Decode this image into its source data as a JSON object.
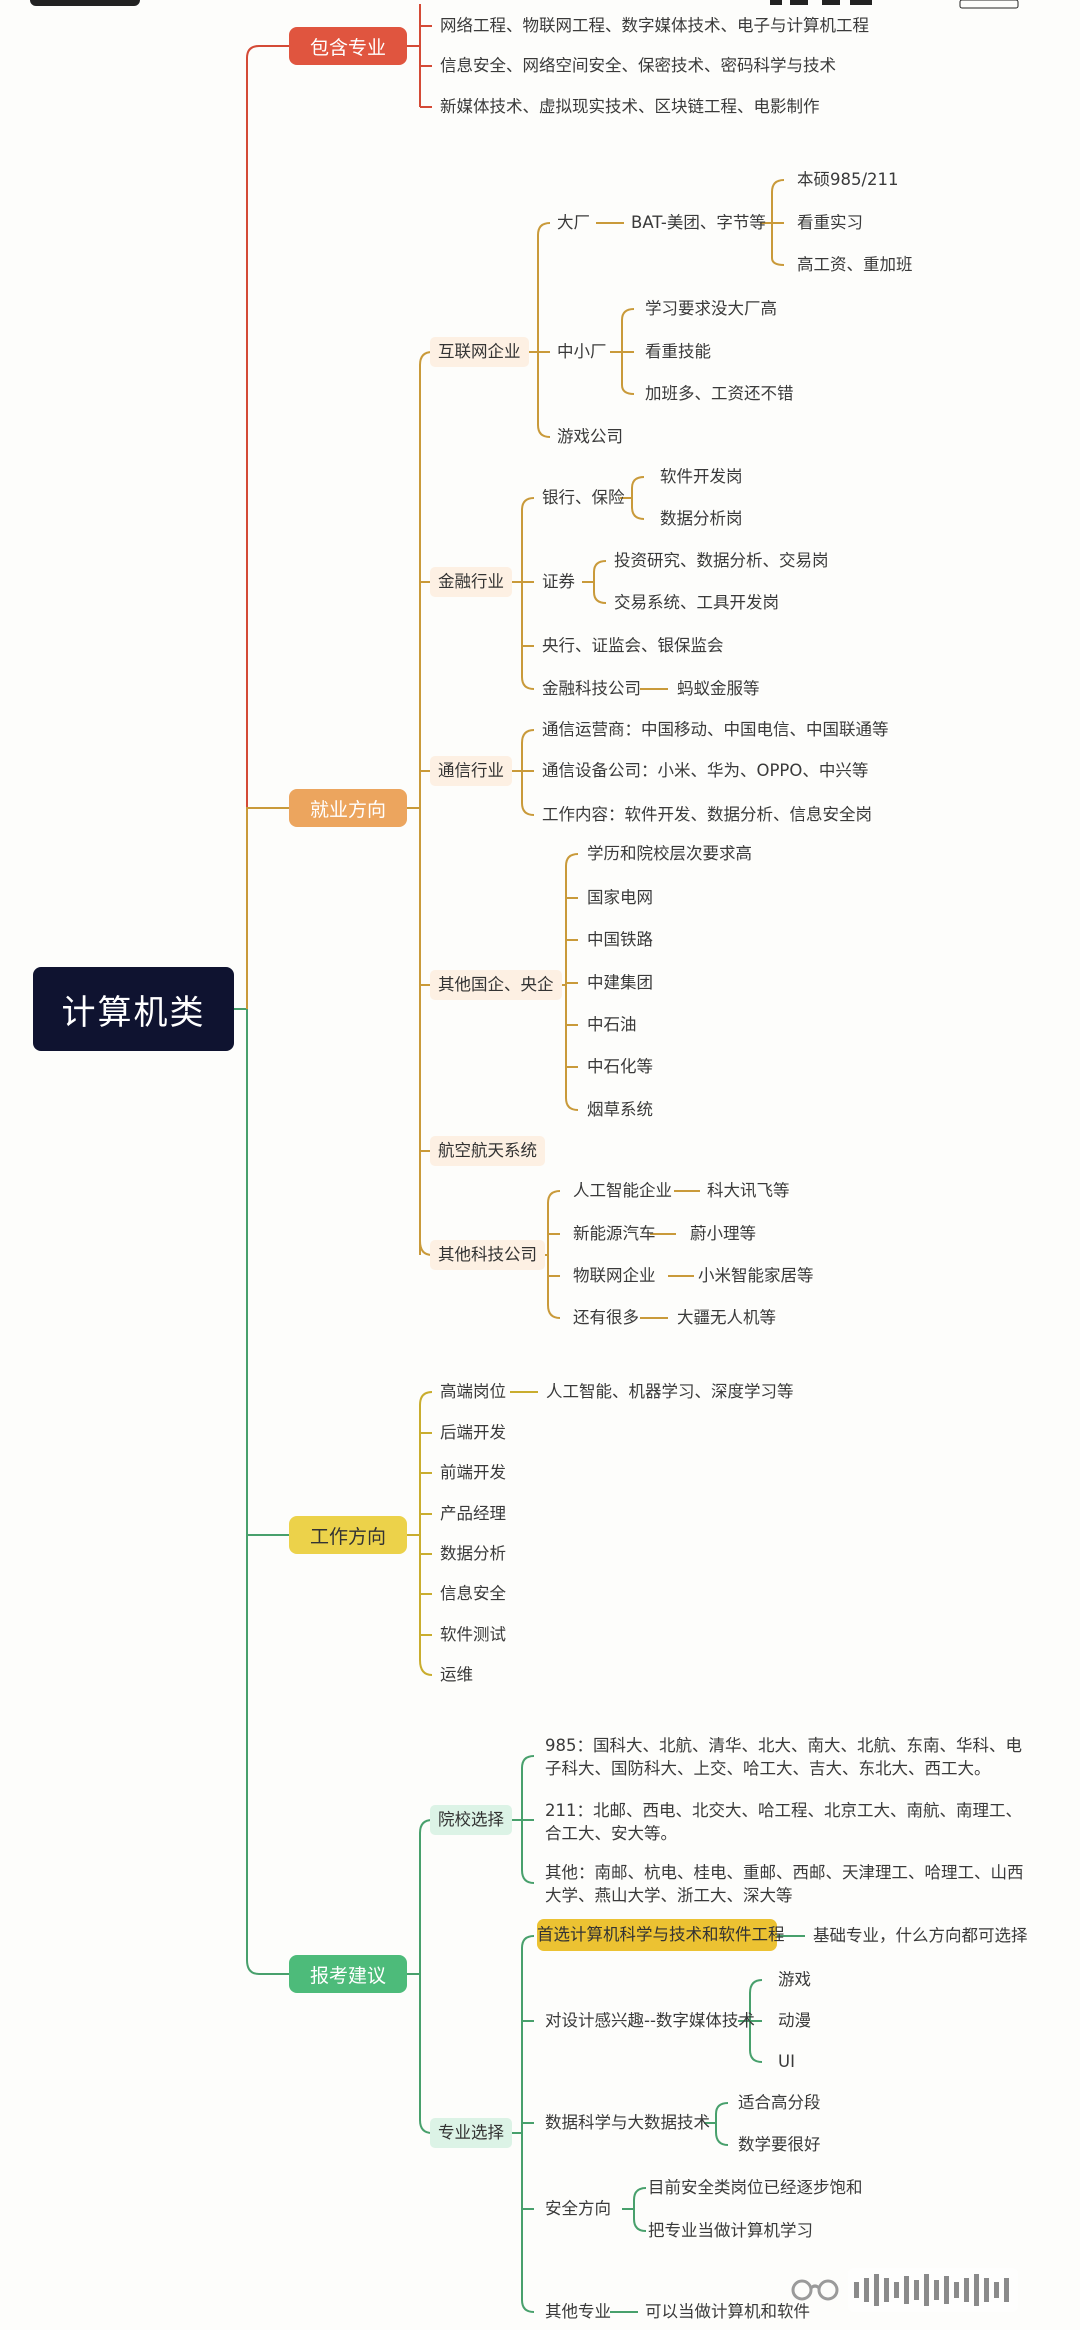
{
  "root": {
    "label": "计算机类"
  },
  "categories": {
    "baohan": {
      "label": "包含专业",
      "color": "#e0553f",
      "items": [
        "网络工程、物联网工程、数字媒体技术、电子与计算机工程",
        "信息安全、网络空间安全、保密技术、密码科学与技术",
        "新媒体技术、虚拟现实技术、区块链工程、电影制作"
      ]
    },
    "jiuye": {
      "label": "就业方向",
      "color": "#eca55e",
      "sub_bg": "#fdf0e3",
      "internet": {
        "label": "互联网企业",
        "dachang": {
          "label": "大厂",
          "detail": "BAT-美团、字节等",
          "leaves": [
            "本硕985/211",
            "看重实习",
            "高工资、重加班"
          ]
        },
        "zhongxiao": {
          "label": "中小厂",
          "leaves": [
            "学习要求没大厂高",
            "看重技能",
            "加班多、工资还不错"
          ]
        },
        "game": "游戏公司"
      },
      "finance": {
        "label": "金融行业",
        "bank": {
          "label": "银行、保险",
          "leaves": [
            "软件开发岗",
            "数据分析岗"
          ]
        },
        "sec": {
          "label": "证券",
          "leaves": [
            "投资研究、数据分析、交易岗",
            "交易系统、工具开发岗"
          ]
        },
        "central": "央行、证监会、银保监会",
        "fintech": {
          "label": "金融科技公司",
          "detail": "蚂蚁金服等"
        }
      },
      "telecom": {
        "label": "通信行业",
        "items": [
          "通信运营商：中国移动、中国电信、中国联通等",
          "通信设备公司：小米、华为、OPPO、中兴等",
          "工作内容：软件开发、数据分析、信息安全岗"
        ]
      },
      "soe": {
        "label": "其他国企、央企",
        "items": [
          "学历和院校层次要求高",
          "国家电网",
          "中国铁路",
          "中建集团",
          "中石油",
          "中石化等",
          "烟草系统"
        ]
      },
      "aero": {
        "label": "航空航天系统"
      },
      "tech": {
        "label": "其他科技公司",
        "items": [
          {
            "label": "人工智能企业",
            "detail": "科大讯飞等"
          },
          {
            "label": "新能源汽车",
            "detail": "蔚小理等"
          },
          {
            "label": "物联网企业",
            "detail": "小米智能家居等"
          },
          {
            "label": "还有很多",
            "detail": "大疆无人机等"
          }
        ]
      }
    },
    "gongzuo": {
      "label": "工作方向",
      "color": "#ecd24a",
      "items": [
        "高端岗位",
        "后端开发",
        "前端开发",
        "产品经理",
        "数据分析",
        "信息安全",
        "软件测试",
        "运维"
      ],
      "high_detail": "人工智能、机器学习、深度学习等"
    },
    "baokao": {
      "label": "报考建议",
      "color": "#4dbb7a",
      "sub_bg": "#dcf3e6",
      "yuanxiao": {
        "label": "院校选择",
        "items": [
          [
            "985：国科大、北航、清华、北大、南大、北航、东南、华科、电",
            "子科大、国防科大、上交、哈工大、吉大、东北大、西工大。"
          ],
          [
            "211：北邮、西电、北交大、哈工程、北京工大、南航、南理工、",
            "合工大、安大等。"
          ],
          [
            "其他：南邮、杭电、桂电、重邮、西邮、天津理工、哈理工、山西",
            "大学、燕山大学、浙工大、深大等"
          ]
        ]
      },
      "zhuanye": {
        "label": "专业选择",
        "first": {
          "label": "首选计算机科学与技术和软件工程",
          "detail": "基础专业，什么方向都可选择"
        },
        "design": {
          "label": "对设计感兴趣--数字媒体技术",
          "leaves": [
            "游戏",
            "动漫",
            "UI"
          ]
        },
        "bigdata": {
          "label": "数据科学与大数据技术",
          "leaves": [
            "适合高分段",
            "数学要很好"
          ]
        },
        "security": {
          "label": "安全方向",
          "leaves": [
            "目前安全类岗位已经逐步饱和",
            "把专业当做计算机学习"
          ]
        },
        "other": {
          "label": "其他专业",
          "detail": "可以当做计算机和软件"
        }
      }
    }
  }
}
